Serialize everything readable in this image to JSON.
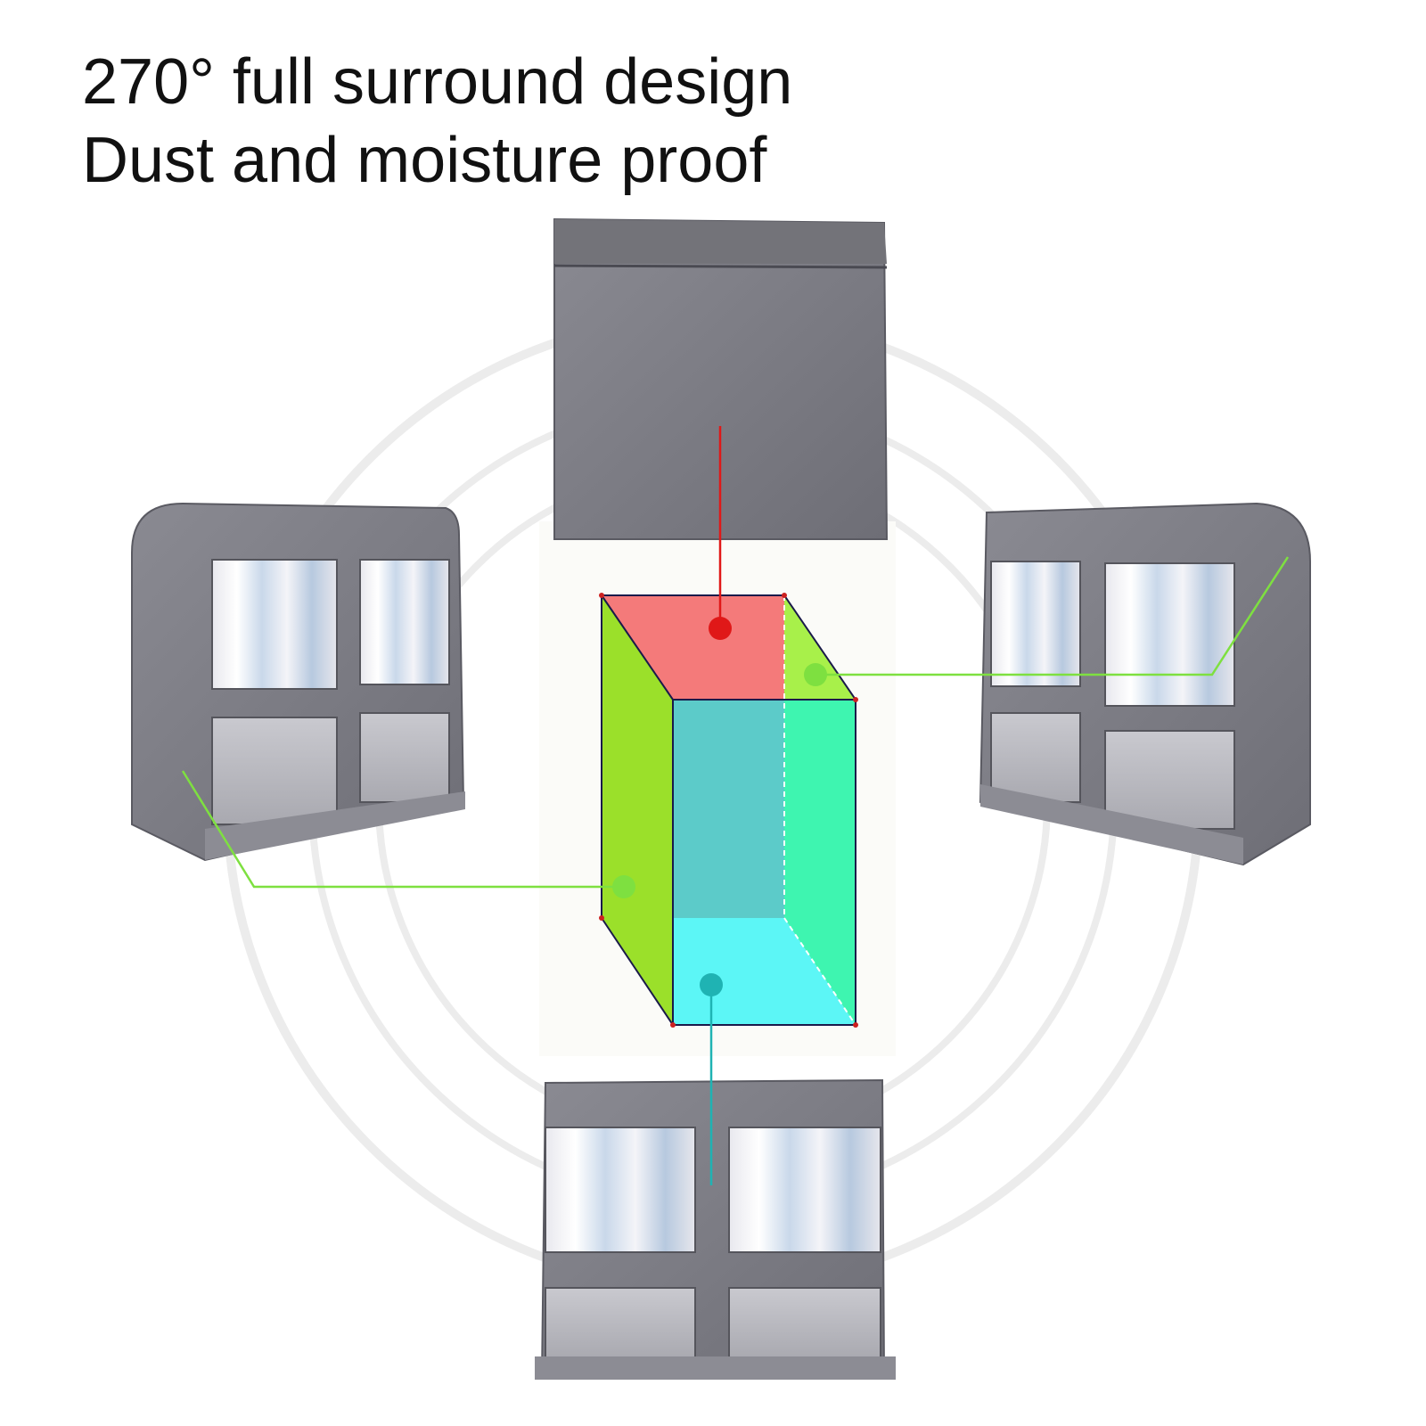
{
  "headline": {
    "line1": "270° full surround design",
    "line2": "Dust and moisture proof"
  },
  "colors": {
    "top_panel": "#f47a7a",
    "side_panel": "#9be02a",
    "right_panel": "#3ef5b0",
    "back_panel": "#55d6c6",
    "bottom_panel": "#5cf6f6",
    "cover_fabric": "#7d7d85",
    "top_leader": "#e01818",
    "side_leader": "#7ee040",
    "bottom_leader": "#1fb3b3"
  },
  "icons": [
    "wardrobe-cover-top-view",
    "wardrobe-cover-left-view",
    "wardrobe-cover-right-view",
    "wardrobe-cover-front-view",
    "wardrobe-box-diagram"
  ]
}
